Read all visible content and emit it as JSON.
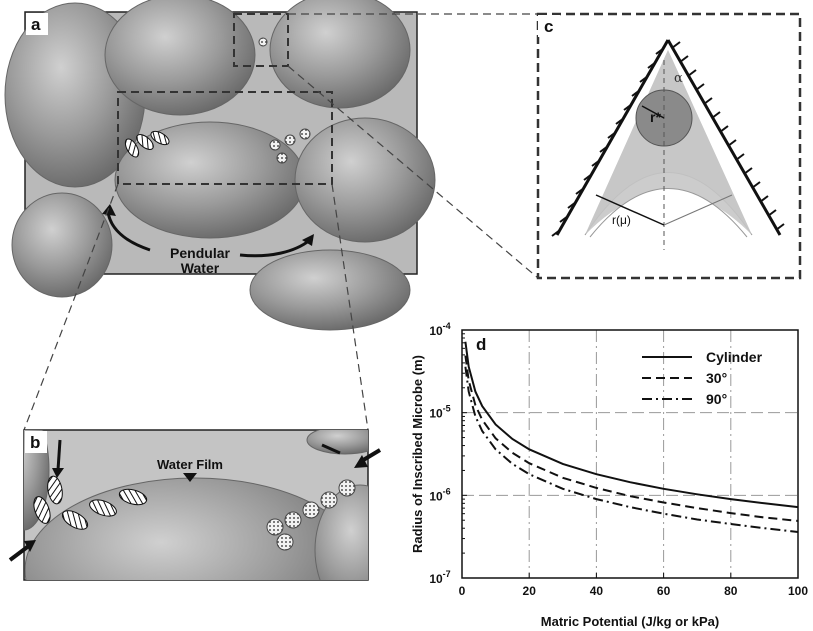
{
  "panels": {
    "a": {
      "letter": "a",
      "annotation": "Pendular",
      "annotation2": "Water"
    },
    "b": {
      "letter": "b",
      "annotation": "Water Film"
    },
    "c": {
      "letter": "c",
      "alpha": "α",
      "rstar": "r*",
      "rmu": "r(μ)"
    },
    "d": {
      "letter": "d"
    }
  },
  "colors": {
    "dash_box": "#444444",
    "water": "#b5b5b5",
    "grain_dark": "#6a6a6a",
    "grain_light": "#c9c9c9"
  },
  "chart_data": {
    "type": "line",
    "xlabel": "Matric Potential (J/kg or kPa)",
    "ylabel": "Radius of Inscribed Microbe (m)",
    "xlim": [
      0,
      100
    ],
    "ylim": [
      1e-07,
      0.0001
    ],
    "yscale": "log",
    "x_ticks": [
      "0",
      "20",
      "40",
      "60",
      "80",
      "100"
    ],
    "y_ticks": [
      {
        "base": "10",
        "exp": "-4"
      },
      {
        "base": "10",
        "exp": "-5"
      },
      {
        "base": "10",
        "exp": "-6"
      },
      {
        "base": "10",
        "exp": "-7"
      }
    ],
    "grid": "dashed",
    "legend_position": "top-right",
    "series": [
      {
        "name": "Cylinder",
        "style": "solid",
        "x": [
          1,
          2,
          4,
          6,
          10,
          15,
          20,
          30,
          40,
          50,
          60,
          70,
          80,
          90,
          100
        ],
        "values": [
          7.2e-05,
          3.6e-05,
          1.8e-05,
          1.2e-05,
          7.2e-06,
          4.8e-06,
          3.6e-06,
          2.4e-06,
          1.8e-06,
          1.44e-06,
          1.2e-06,
          1.03e-06,
          9e-07,
          8e-07,
          7.2e-07
        ]
      },
      {
        "name": "30°",
        "style": "dashed",
        "x": [
          1,
          2,
          4,
          6,
          10,
          15,
          20,
          30,
          40,
          50,
          60,
          70,
          80,
          90,
          100
        ],
        "values": [
          4.9e-05,
          2.45e-05,
          1.23e-05,
          8.2e-06,
          4.9e-06,
          3.27e-06,
          2.45e-06,
          1.63e-06,
          1.23e-06,
          9.8e-07,
          8.2e-07,
          7e-07,
          6.1e-07,
          5.4e-07,
          4.9e-07
        ]
      },
      {
        "name": "90°",
        "style": "dashdot",
        "x": [
          1,
          2,
          4,
          6,
          10,
          15,
          20,
          30,
          40,
          50,
          60,
          70,
          80,
          90,
          100
        ],
        "values": [
          3.6e-05,
          1.8e-05,
          9e-06,
          6e-06,
          3.6e-06,
          2.4e-06,
          1.8e-06,
          1.2e-06,
          9e-07,
          7.2e-07,
          6e-07,
          5.1e-07,
          4.5e-07,
          4e-07,
          3.6e-07
        ]
      }
    ]
  }
}
